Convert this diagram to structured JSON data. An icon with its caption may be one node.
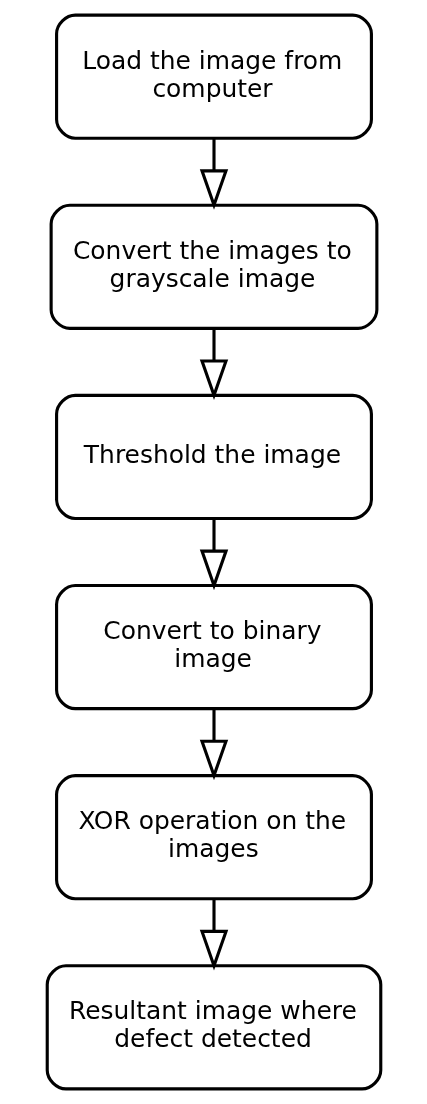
{
  "diagram": {
    "nodes": [
      {
        "text": [
          "Load the image from computer"
        ]
      },
      {
        "text": [
          "Convert the images to grayscale image"
        ]
      },
      {
        "text": [
          "Threshold the image"
        ]
      },
      {
        "text": [
          "Convert to binary image"
        ]
      },
      {
        "text": [
          "XOR operation on the images"
        ]
      },
      {
        "text": [
          "Resultant image where defect detected"
        ]
      }
    ],
    "edges": [
      {
        "from": 0,
        "to": 1,
        "arrow": "to"
      },
      {
        "from": 1,
        "to": 2,
        "arrow": "to"
      },
      {
        "from": 2,
        "to": 3,
        "arrow": "to"
      },
      {
        "from": 3,
        "to": 4,
        "arrow": "to"
      },
      {
        "from": 4,
        "to": 5,
        "arrow": "to"
      }
    ]
  }
}
